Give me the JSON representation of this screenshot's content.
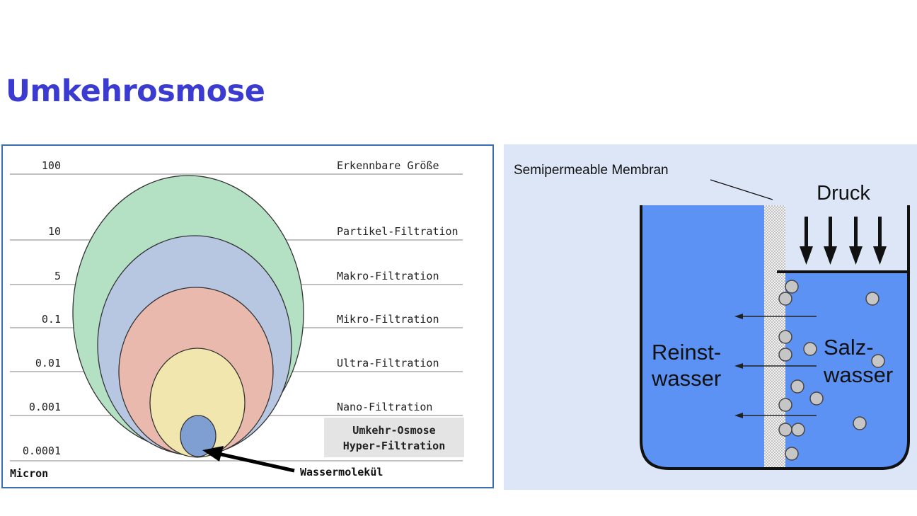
{
  "page": {
    "title": "Umkehrosmose",
    "title_color": "#3b3bd1"
  },
  "size_chart": {
    "micron_label": "Micron",
    "levels": [
      {
        "value": "100",
        "label": "Erkennbare Größe"
      },
      {
        "value": "10",
        "label": "Partikel-Filtration"
      },
      {
        "value": "5",
        "label": "Makro-Filtration"
      },
      {
        "value": "0.1",
        "label": "Mikro-Filtration"
      },
      {
        "value": "0.01",
        "label": "Ultra-Filtration"
      },
      {
        "value": "0.001",
        "label": "Nano-Filtration"
      },
      {
        "value": "0.0001",
        "label": ""
      }
    ],
    "ro_box_line1": "Umkehr-Osmose",
    "ro_box_line2": "Hyper-Filtration",
    "molecule_label": "Wassermolekül",
    "colors": {
      "particle": "#b4e0c4",
      "macro": "#b7c7e2",
      "micro": "#e9b9ad",
      "ultra": "#f1e6ad",
      "molecule": "#7f9fd2",
      "frame": "#3c6fb0"
    }
  },
  "membrane_diagram": {
    "membrane_label": "Semipermeable Membran",
    "pressure_label": "Druck",
    "pure_line1": "Reinst-",
    "pure_line2": "wasser",
    "salt_line1": "Salz-",
    "salt_line2": "wasser",
    "colors": {
      "background": "#dde6f6",
      "water": "#5d92f5",
      "particle": "#c6c6c6"
    }
  }
}
